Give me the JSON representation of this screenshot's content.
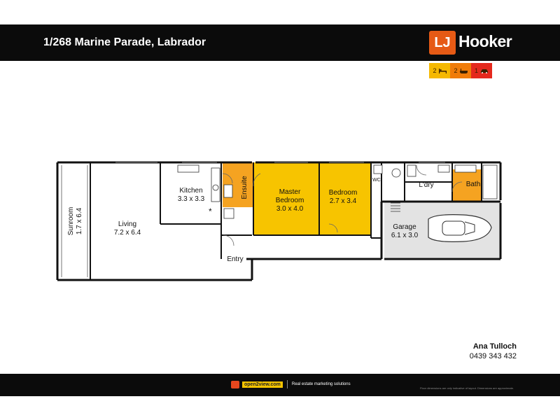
{
  "header": {
    "address": "1/268 Marine Parade, Labrador"
  },
  "brand": {
    "logo_initials": "LJ",
    "logo_name": "Hooker"
  },
  "stats": [
    {
      "value": "2",
      "icon": "bed-icon",
      "color": "#f5b800"
    },
    {
      "value": "2",
      "icon": "bath-icon",
      "color": "#f07c0a"
    },
    {
      "value": "1",
      "icon": "car-icon",
      "color": "#e5291d"
    }
  ],
  "rooms": {
    "kitchen": {
      "name": "Kitchen",
      "size": "3.3 x 3.3"
    },
    "living": {
      "name": "Living",
      "size": "7.2 x 6.4"
    },
    "sunroom": {
      "name": "Sunroom",
      "size": "1.7 x 6.4"
    },
    "ensuite": {
      "name": "Ensuite"
    },
    "master": {
      "name_line1": "Master",
      "name_line2": "Bedroom",
      "size": "3.0 x 4.0"
    },
    "bedroom": {
      "name": "Bedroom",
      "size": "2.7 x 3.4"
    },
    "wc": {
      "name": "WC"
    },
    "laundry": {
      "name": "L'dry"
    },
    "bath": {
      "name": "Bath"
    },
    "garage": {
      "name": "Garage",
      "size": "6.1 x 3.0"
    },
    "entry": {
      "name": "Entry"
    }
  },
  "colors": {
    "bedroom_fill": "#f7c400",
    "wet_area_fill": "#f5a321",
    "garage_fill": "#e3e3e3",
    "wall": "#111111"
  },
  "agent": {
    "name": "Ana Tulloch",
    "phone": "0439 343 432"
  },
  "footer": {
    "provider": "open2view.com",
    "tagline": "Real estate marketing solutions",
    "disclaimer": "Floor dimensions are only indicative of layout. Dimensions are approximate."
  }
}
